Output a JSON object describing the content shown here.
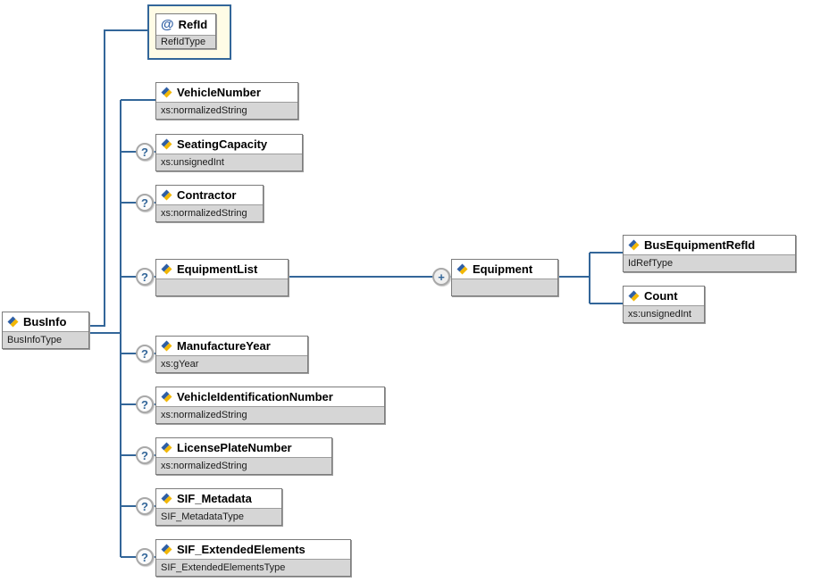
{
  "diagram": {
    "root": {
      "name": "BusInfo",
      "type": "BusInfoType"
    },
    "attribute": {
      "name": "RefId",
      "type": "RefIdType"
    },
    "children": [
      {
        "name": "VehicleNumber",
        "type": "xs:normalizedString",
        "optional": false
      },
      {
        "name": "SeatingCapacity",
        "type": "xs:unsignedInt",
        "optional": true
      },
      {
        "name": "Contractor",
        "type": "xs:normalizedString",
        "optional": true
      },
      {
        "name": "EquipmentList",
        "type": "",
        "optional": true
      },
      {
        "name": "ManufactureYear",
        "type": "xs:gYear",
        "optional": true
      },
      {
        "name": "VehicleIdentificationNumber",
        "type": "xs:normalizedString",
        "optional": true
      },
      {
        "name": "LicensePlateNumber",
        "type": "xs:normalizedString",
        "optional": true
      },
      {
        "name": "SIF_Metadata",
        "type": "SIF_MetadataType",
        "optional": true
      },
      {
        "name": "SIF_ExtendedElements",
        "type": "SIF_ExtendedElementsType",
        "optional": true
      }
    ],
    "equipment": {
      "name": "Equipment",
      "type": ""
    },
    "equipment_children": [
      {
        "name": "BusEquipmentRefId",
        "type": "IdRefType"
      },
      {
        "name": "Count",
        "type": "xs:unsignedInt"
      }
    ],
    "badges": {
      "optional": "?",
      "repeat": "+",
      "attribute": "@"
    },
    "colors": {
      "connector": "#336699",
      "box_border": "#7b7b7b",
      "type_band": "#d6d6d6",
      "attribute_fill": "#fffce6",
      "icon_blue": "#2f5fa5",
      "icon_gold": "#f2b705"
    }
  }
}
